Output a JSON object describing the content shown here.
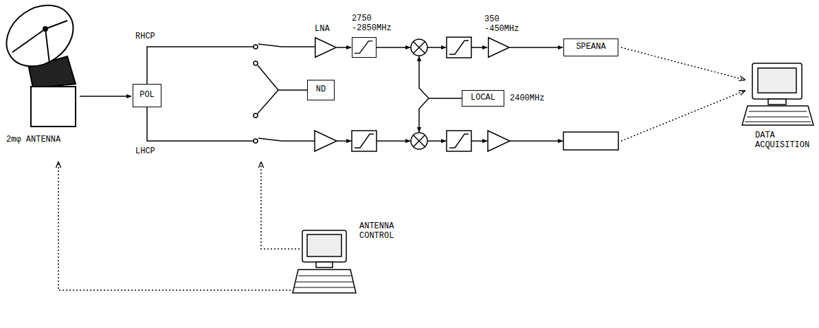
{
  "diagram": {
    "nodes": [
      {
        "text": [
          "POL"
        ]
      },
      {
        "text": [
          "ND"
        ]
      },
      {
        "text": [
          "LNA"
        ]
      },
      {
        "text": [
          "2750 -2850MHz"
        ]
      },
      {
        "text": [
          "LOCAL",
          "2400MHz"
        ]
      },
      {
        "text": [
          "350 -450MHz"
        ]
      },
      {
        "text": [
          "SPEANA"
        ]
      }
    ],
    "edges": [
      {
        "from": 2,
        "to": 3,
        "arrow": "to"
      },
      {
        "from": 5,
        "to": 6,
        "arrow": "to"
      }
    ],
    "labels": [
      "RHCP",
      "LHCP",
      "2mφ ANTENNA",
      "DATA ACQUISITION",
      "ANTENNA CONTROL"
    ]
  }
}
